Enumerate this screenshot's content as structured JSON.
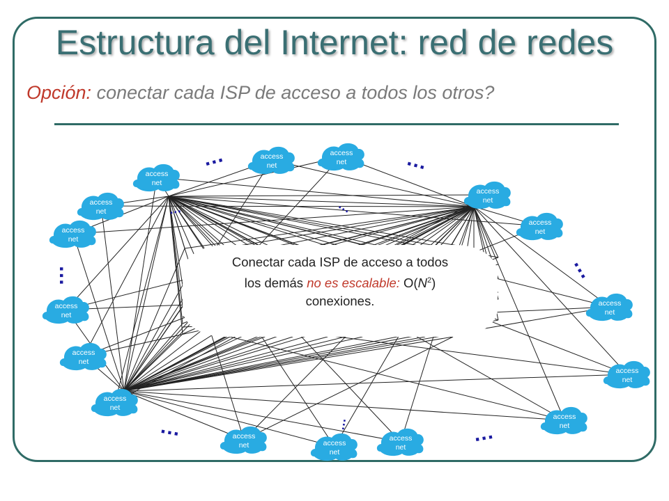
{
  "title": "Estructura del Internet: red de redes",
  "subtitle": {
    "lead": "Opción:",
    "rest": " conectar cada ISP de acceso a todos los otros?"
  },
  "callout": {
    "line1": "Conectar cada ISP de acceso a todos",
    "line2_pre": "los demás ",
    "line2_red": "no es escalable:",
    "line2_post": " O(",
    "n": "N",
    "exp": "2",
    "close": ")",
    "line3": "conexiones."
  },
  "node_label_line1": "access",
  "node_label_line2": "net",
  "ellipsis": "…",
  "colors": {
    "frame": "#2f6b66",
    "title": "#3a6f73",
    "subtitle_lead": "#c0392b",
    "node_fill": "#29abe2",
    "link": "#222222",
    "dots": "#1a1aa0"
  },
  "icons": [
    "cloud-icon"
  ]
}
